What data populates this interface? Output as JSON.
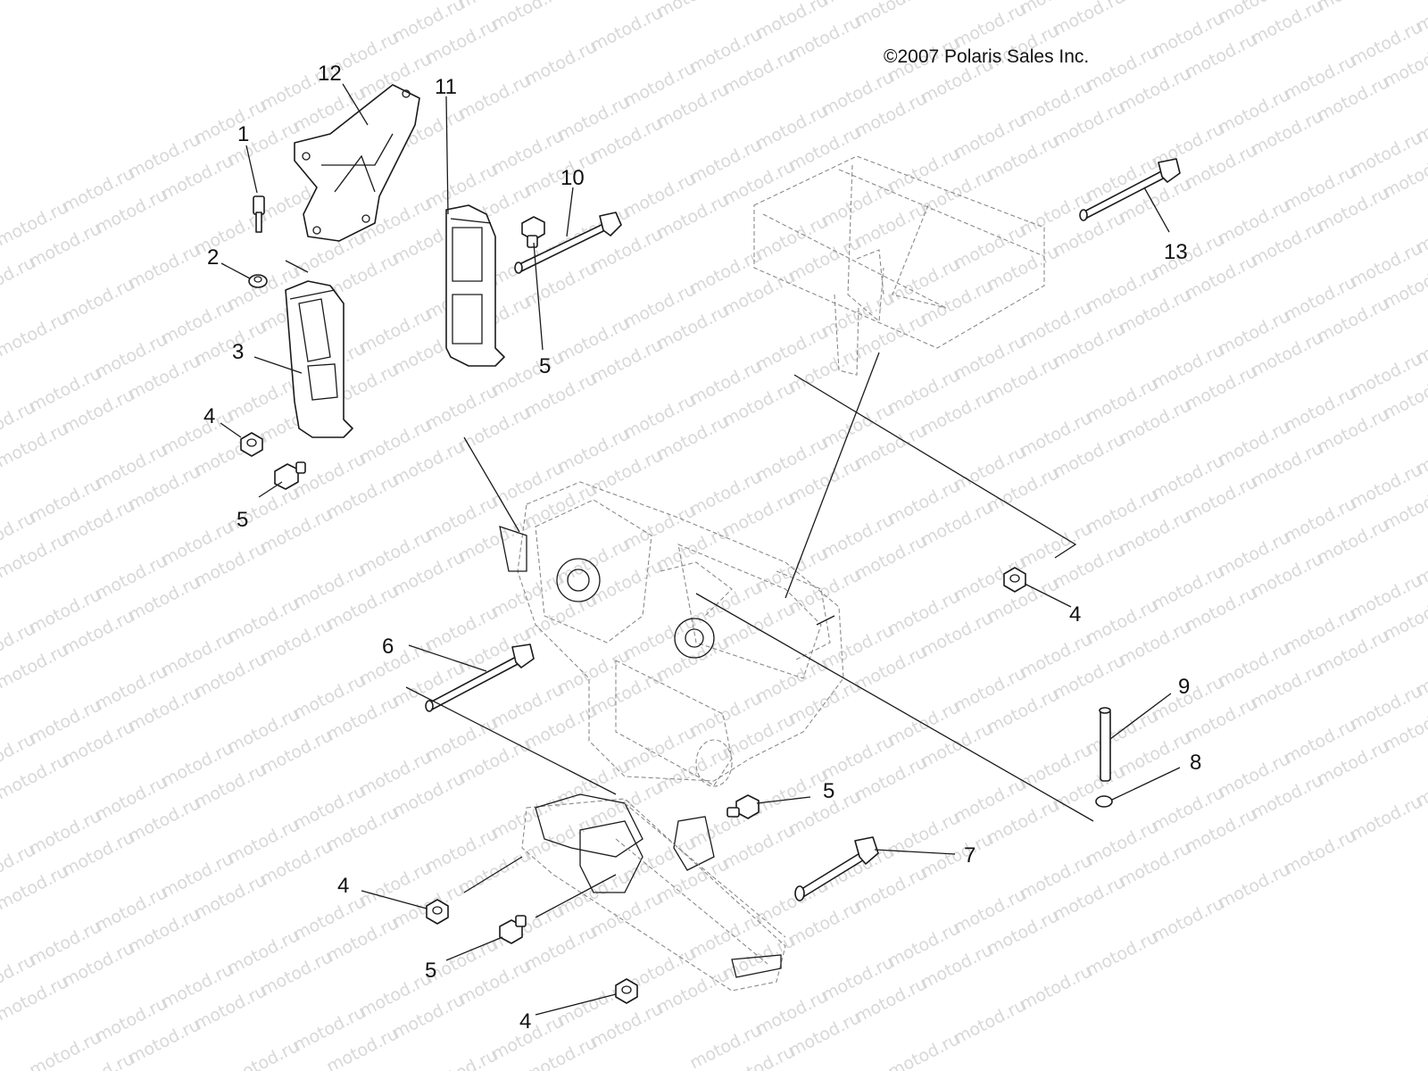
{
  "copyright": "©2007 Polaris Sales Inc.",
  "watermark": "motod.ru",
  "callouts": {
    "c1": "1",
    "c2": "2",
    "c3": "3",
    "c4a": "4",
    "c5a": "5",
    "c12": "12",
    "c11": "11",
    "c10": "10",
    "c5b": "5",
    "c13": "13",
    "c4b": "4",
    "c6": "6",
    "c9": "9",
    "c8": "8",
    "c5c": "5",
    "c7": "7",
    "c4c": "4",
    "c5d": "5",
    "c4d": "4"
  }
}
